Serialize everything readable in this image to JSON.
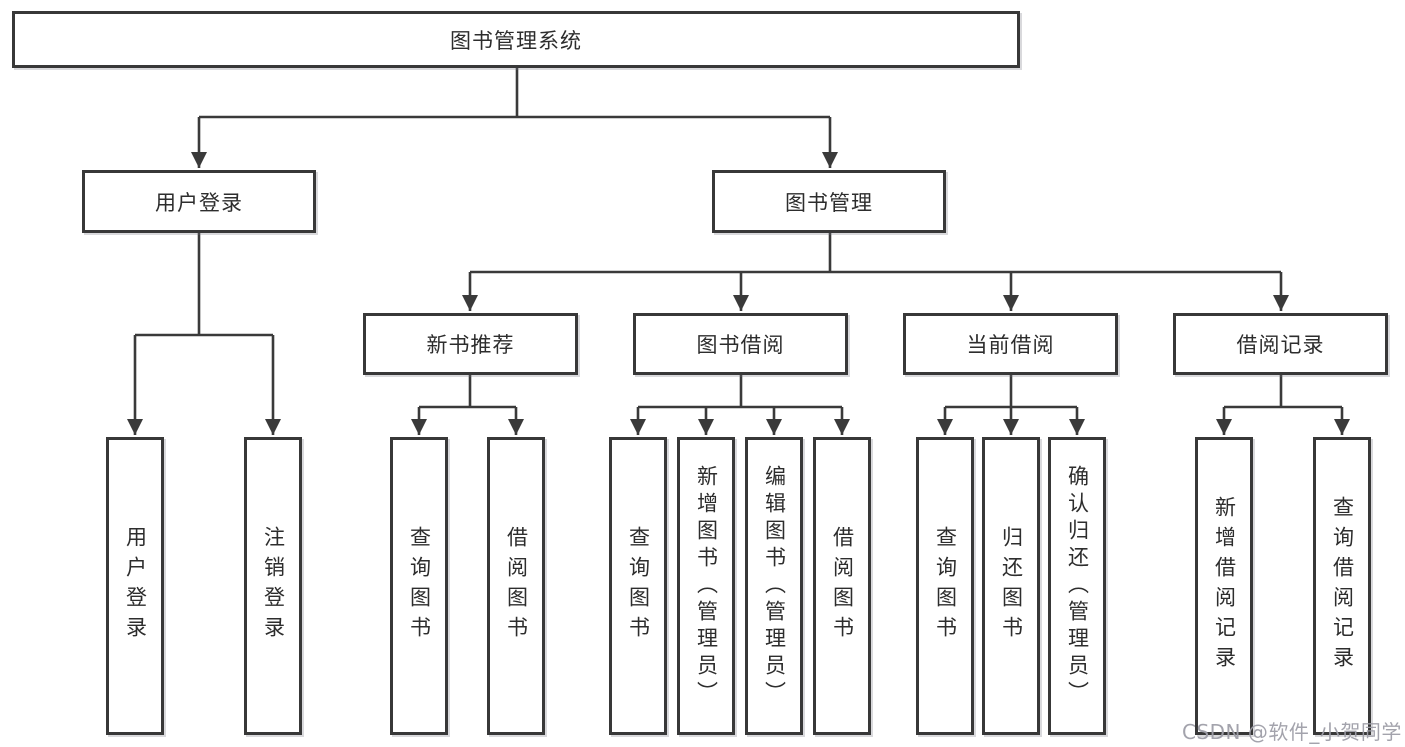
{
  "colors": {
    "background": "#ffffff",
    "line": "#3a3a3a",
    "box_border": "#383838",
    "text": "#2d2d2d",
    "watermark_text": "#9e9ea8"
  },
  "watermark": {
    "label": "CSDN @软件_小贺同学"
  },
  "tree": {
    "root": {
      "label": "图书管理系统"
    },
    "login": {
      "label": "用户登录",
      "children": [
        {
          "label": "用户登录"
        },
        {
          "label": "注销登录"
        }
      ]
    },
    "management": {
      "label": "图书管理",
      "groups": [
        {
          "label": "新书推荐",
          "children": [
            {
              "label": "查询图书"
            },
            {
              "label": "借阅图书"
            }
          ]
        },
        {
          "label": "图书借阅",
          "children": [
            {
              "label": "查询图书"
            },
            {
              "label": "新增图书（管理员）"
            },
            {
              "label": "编辑图书（管理员）"
            },
            {
              "label": "借阅图书"
            }
          ]
        },
        {
          "label": "当前借阅",
          "children": [
            {
              "label": "查询图书"
            },
            {
              "label": "归还图书"
            },
            {
              "label": "确认归还（管理员）"
            }
          ]
        },
        {
          "label": "借阅记录",
          "children": [
            {
              "label": "新增借阅记录"
            },
            {
              "label": "查询借阅记录"
            }
          ]
        }
      ]
    }
  }
}
